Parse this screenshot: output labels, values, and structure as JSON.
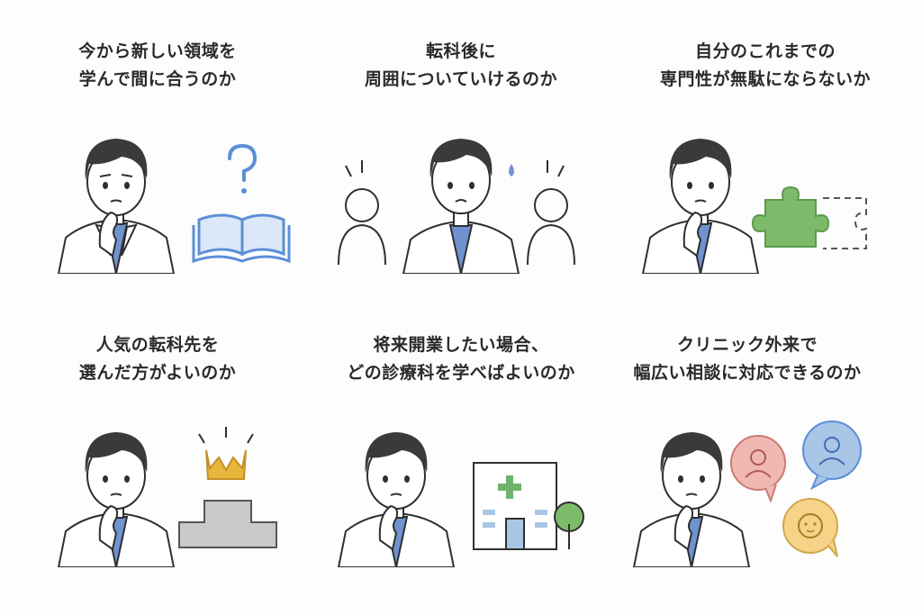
{
  "panels": [
    {
      "id": "new-field",
      "lines": [
        "今から新しい領域を",
        "学んで間に合うのか"
      ],
      "icon": "open-book-question-icon"
    },
    {
      "id": "fit-in",
      "lines": [
        "転科後に",
        "周囲についていけるのか"
      ],
      "icon": "colleagues-sweat-icon"
    },
    {
      "id": "experience",
      "lines": [
        "自分のこれまでの",
        "専門性が無駄にならないか"
      ],
      "icon": "puzzle-piece-icon"
    },
    {
      "id": "popular",
      "lines": [
        "人気の転科先を",
        "選んだ方がよいのか"
      ],
      "icon": "crown-podium-icon"
    },
    {
      "id": "clinic",
      "lines": [
        "将来開業したい場合、",
        "どの診療科を学べばよいのか"
      ],
      "icon": "clinic-building-icon"
    },
    {
      "id": "outpatient",
      "lines": [
        "クリニック外来で",
        "幅広い相談に対応できるのか"
      ],
      "icon": "patient-speech-bubbles-icon"
    }
  ],
  "colors": {
    "outline": "#2f2f2f",
    "hair": "#3a3a3a",
    "skin": "#ffffff",
    "shirt": "#6f93cf",
    "book": "#5b8fd6",
    "puzzle": "#7dbb6a",
    "crown": "#e9b63c",
    "podium": "#c9c9c9",
    "cross": "#6db36b",
    "bubble_red": "#f1b8b3",
    "bubble_blue": "#a9c6e6",
    "bubble_yellow": "#f5d48a"
  }
}
